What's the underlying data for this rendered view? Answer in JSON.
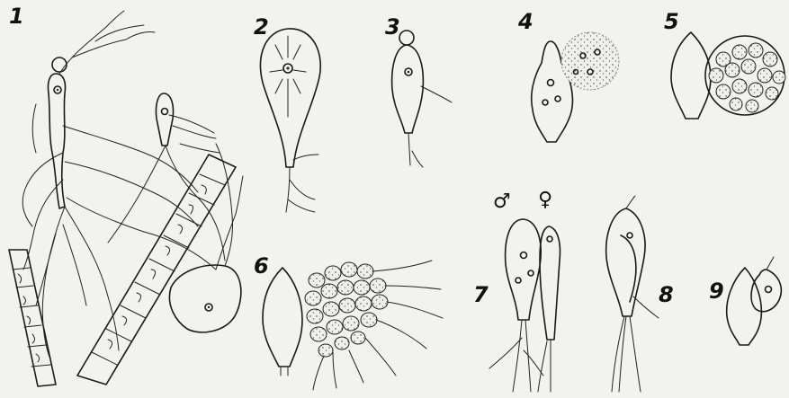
{
  "figure_labels": [
    "1",
    "2",
    "3",
    "4",
    "5",
    "6",
    "7",
    "8",
    "9"
  ],
  "symbols": {
    "male": "♂",
    "female": "♀"
  }
}
